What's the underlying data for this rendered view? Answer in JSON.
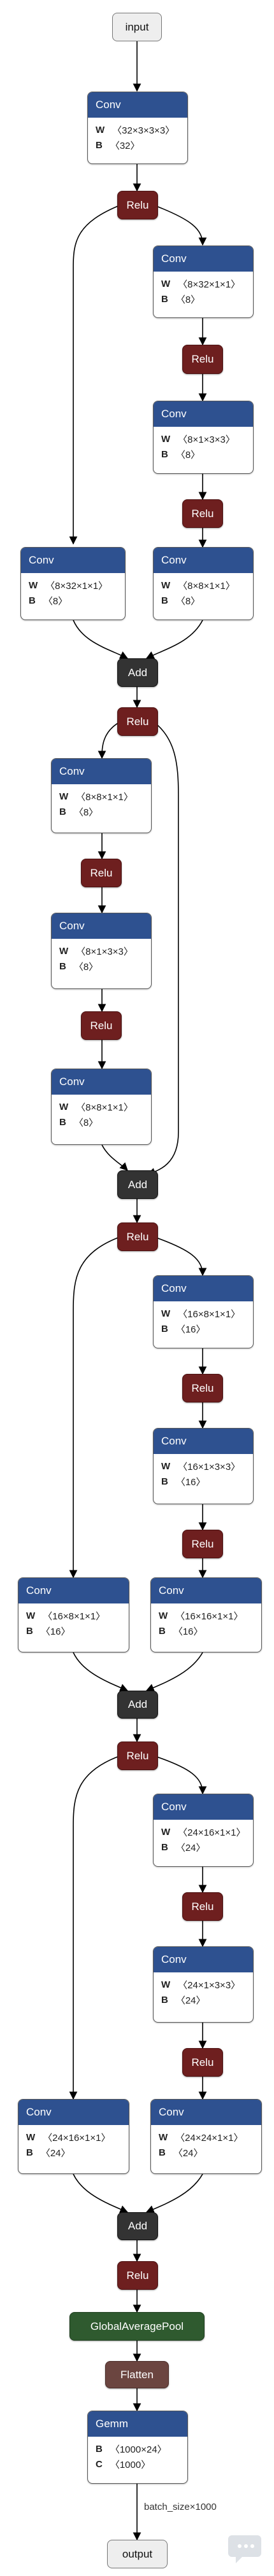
{
  "input_label": "input",
  "output_label": "output",
  "edge_label": "batch_size×1000",
  "relu_label": "Relu",
  "add_label": "Add",
  "gap_label": "GlobalAveragePool",
  "flatten_label": "Flatten",
  "conv_title": "Conv",
  "gemm_title": "Gemm",
  "convs": [
    {
      "W": "W",
      "w": "〈32×3×3×3〉",
      "B": "B",
      "b": "〈32〉"
    },
    {
      "W": "W",
      "w": "〈8×32×1×1〉",
      "B": "B",
      "b": "〈8〉"
    },
    {
      "W": "W",
      "w": "〈8×1×3×3〉",
      "B": "B",
      "b": "〈8〉"
    },
    {
      "W": "W",
      "w": "〈8×32×1×1〉",
      "B": "B",
      "b": "〈8〉"
    },
    {
      "W": "W",
      "w": "〈8×8×1×1〉",
      "B": "B",
      "b": "〈8〉"
    },
    {
      "W": "W",
      "w": "〈8×8×1×1〉",
      "B": "B",
      "b": "〈8〉"
    },
    {
      "W": "W",
      "w": "〈8×1×3×3〉",
      "B": "B",
      "b": "〈8〉"
    },
    {
      "W": "W",
      "w": "〈8×8×1×1〉",
      "B": "B",
      "b": "〈8〉"
    },
    {
      "W": "W",
      "w": "〈16×8×1×1〉",
      "B": "B",
      "b": "〈16〉"
    },
    {
      "W": "W",
      "w": "〈16×1×3×3〉",
      "B": "B",
      "b": "〈16〉"
    },
    {
      "W": "W",
      "w": "〈16×8×1×1〉",
      "B": "B",
      "b": "〈16〉"
    },
    {
      "W": "W",
      "w": "〈16×16×1×1〉",
      "B": "B",
      "b": "〈16〉"
    },
    {
      "W": "W",
      "w": "〈24×16×1×1〉",
      "B": "B",
      "b": "〈24〉"
    },
    {
      "W": "W",
      "w": "〈24×1×3×3〉",
      "B": "B",
      "b": "〈24〉"
    },
    {
      "W": "W",
      "w": "〈24×16×1×1〉",
      "B": "B",
      "b": "〈24〉"
    },
    {
      "W": "W",
      "w": "〈24×24×1×1〉",
      "B": "B",
      "b": "〈24〉"
    }
  ],
  "gemm": {
    "B": "B",
    "b": "〈1000×24〉",
    "C": "C",
    "c": "〈1000〉"
  },
  "colors": {
    "conv_header": "#2e5190",
    "relu": "#6e1f1f",
    "add": "#333333",
    "gap": "#2f5a2f",
    "flatten": "#6b4540"
  },
  "watermark_icon": "chat-bubble-icon"
}
